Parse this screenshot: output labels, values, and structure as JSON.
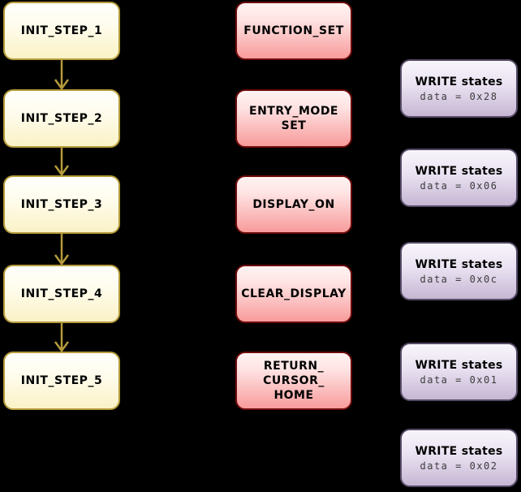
{
  "diagram": {
    "background_color": "#000000",
    "init_steps": {
      "style": {
        "fill_top": "#fffffb",
        "fill_bottom": "#faf2c6",
        "border_color": "#b59b3b",
        "arrow_color": "#b59b3b",
        "text_color": "#000000"
      },
      "items": [
        {
          "label": "INIT_STEP_1"
        },
        {
          "label": "INIT_STEP_2"
        },
        {
          "label": "INIT_STEP_3"
        },
        {
          "label": "INIT_STEP_4"
        },
        {
          "label": "INIT_STEP_5"
        }
      ]
    },
    "commands": {
      "style": {
        "fill_top": "#fff3f3",
        "fill_bottom": "#f89b9b",
        "border_color": "#6e0b0b",
        "text_color": "#000000"
      },
      "items": [
        {
          "label": "FUNCTION_SET"
        },
        {
          "label": "ENTRY_MODE\nSET"
        },
        {
          "label": "DISPLAY_ON"
        },
        {
          "label": "CLEAR_DISPLAY"
        },
        {
          "label": "RETURN_\nCURSOR_\nHOME"
        }
      ]
    },
    "write_states": {
      "style": {
        "fill_top": "#f8f5fb",
        "fill_bottom": "#c6b6d3",
        "border_color": "#564b66",
        "title_color": "#000000",
        "data_color": "#3c3c3c"
      },
      "items": [
        {
          "title": "WRITE states",
          "data": "data = 0x28"
        },
        {
          "title": "WRITE states",
          "data": "data = 0x06"
        },
        {
          "title": "WRITE states",
          "data": "data = 0x0c"
        },
        {
          "title": "WRITE states",
          "data": "data = 0x01"
        },
        {
          "title": "WRITE states",
          "data": "data = 0x02"
        }
      ]
    }
  }
}
